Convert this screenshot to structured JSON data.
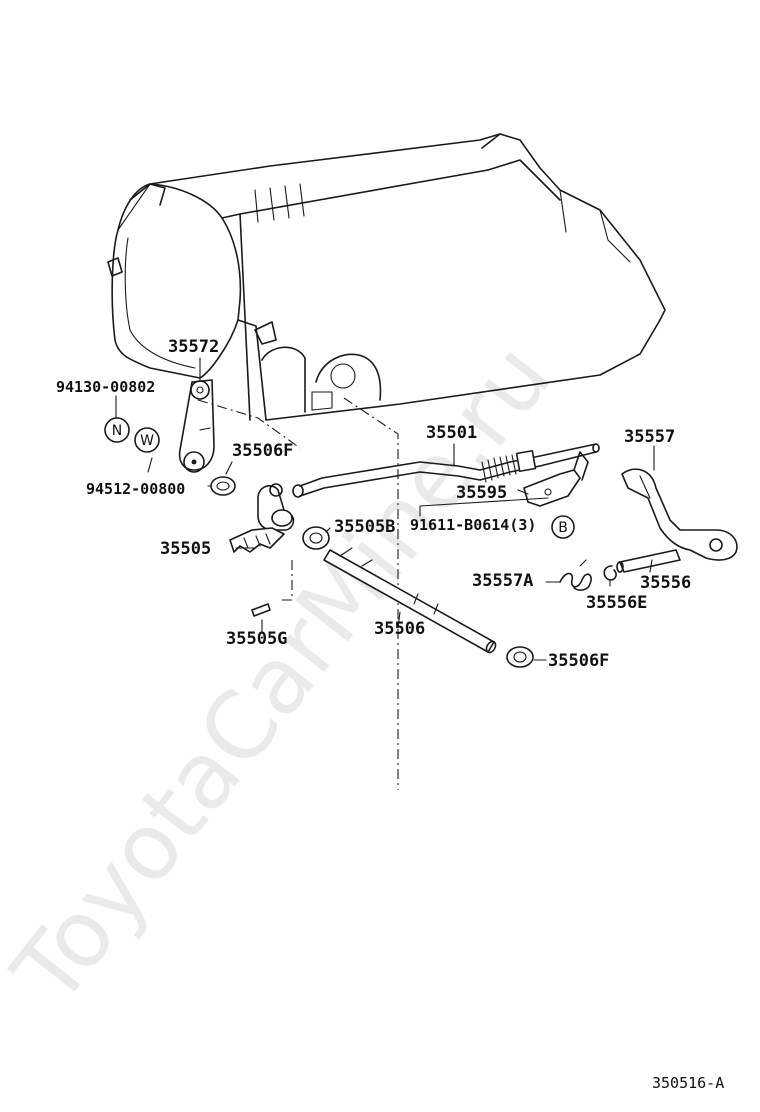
{
  "watermark": "ToyotaCarMine.ru",
  "reference_code": "350516-A",
  "labels": {
    "p35572": "35572",
    "p94130": "94130-00802",
    "marker_n": "N",
    "marker_w": "W",
    "p94512": "94512-00800",
    "p35506f_top": "35506F",
    "p35501": "35501",
    "p35557": "35557",
    "p35595": "35595",
    "p91611": "91611-B0614(3)",
    "marker_b": "B",
    "p35505": "35505",
    "p35505b": "35505B",
    "p35557a": "35557A",
    "p35556": "35556",
    "p35556e": "35556E",
    "p35505g": "35505G",
    "p35506": "35506",
    "p35506f_bottom": "35506F"
  }
}
